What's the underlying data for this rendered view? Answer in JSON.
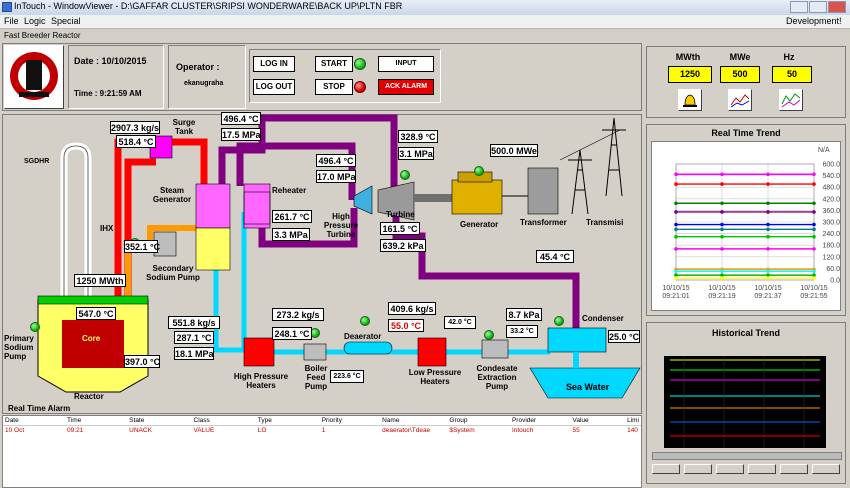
{
  "window": {
    "title": "InTouch - WindowViewer - D:\\GAFFAR CLUSTER\\SRIPSI WONDERWARE\\BACK UP\\PLTN FBR",
    "mode": "Development!"
  },
  "menu": [
    "File",
    "Logic",
    "Special"
  ],
  "screen_title": "Fast Breeder Reactor",
  "header": {
    "date": "Date : 10/10/2015",
    "time": "Time : 9:21:59 AM",
    "operator_label": "Operator :",
    "operator_name": "ekanugraha"
  },
  "buttons": {
    "login": "LOG IN",
    "logout": "LOG OUT",
    "start": "START",
    "stop": "STOP",
    "input": "INPUT",
    "ack_alarm": "ACK ALARM"
  },
  "power": {
    "mwth_label": "MWth",
    "mwth": "1250",
    "mwe_label": "MWe",
    "mwe": "500",
    "hz_label": "Hz",
    "hz": "50"
  },
  "labels": {
    "sgdhr": "SGDHR",
    "ihx": "IHX",
    "surge_tank": "Surge Tank",
    "steam_generator": "Steam Generator",
    "reheater": "Reheater",
    "hp_turbine": "High Pressure Turbine",
    "turbine": "Turbine",
    "generator": "Generator",
    "transformer": "Transformer",
    "transmisi": "Transmisi",
    "secondary_pump": "Secondary Sodium Pump",
    "primary_pump": "Primary Sodium Pump",
    "core": "Core",
    "reactor": "Reactor",
    "hp_heaters": "High Pressure Heaters",
    "boiler_pump": "Boiler Feed Pump",
    "deaerator": "Deaerator",
    "lp_heaters": "Low Pressure Heaters",
    "condensate_pump": "Condesate Extraction Pump",
    "condenser": "Condenser",
    "sea_water": "Sea Water"
  },
  "readings": {
    "r1": "2907.3 kg/s",
    "r2": "518.4 °C",
    "r3": "496.4 °C",
    "r4": "17.5 MPa",
    "r5": "328.9 °C",
    "r6": "3.1 MPa",
    "r7": "496.4 °C",
    "r8": "17.0 MPa",
    "r9": "500.0 MWe",
    "r10": "261.7 °C",
    "r11": "3.3 MPa",
    "r12": "161.5 °C",
    "r13": "639.2 kPa",
    "r14": "352.1 °C",
    "r15": "1250 MWth",
    "r16": "45.4 °C",
    "r17": "547.0 °C",
    "r18": "397.0 °C",
    "r19": "551.8 kg/s",
    "r20": "287.1 °C",
    "r21": "18.1 MPa",
    "r22": "273.2 kg/s",
    "r23": "248.1 °C",
    "r24": "223.6 °C",
    "r25": "409.6 kg/s",
    "r26": "55.0 °C",
    "r27": "42.0 °C",
    "r28": "8.7 kPa",
    "r29": "33.2 °C",
    "r30": "25.0 °C"
  },
  "real_time_trend": {
    "title": "Real Time Trend",
    "na": "N/A",
    "y_ticks": [
      "600.0",
      "540.0",
      "480.0",
      "420.0",
      "360.0",
      "300.0",
      "240.0",
      "180.0",
      "120.0",
      "60.0",
      "0.0"
    ],
    "x_labels": [
      [
        "10/10/15",
        "09:21:01"
      ],
      [
        "10/10/15",
        "09:21:19"
      ],
      [
        "10/10/15",
        "09:21:37"
      ],
      [
        "10/10/15",
        "09:21:55"
      ]
    ]
  },
  "historical_trend": {
    "title": "Historical Trend"
  },
  "alarm": {
    "title": "Real Time Alarm",
    "columns": [
      "Date",
      "Time",
      "State",
      "Class",
      "Type",
      "Priority",
      "Name",
      "Group",
      "Provider",
      "Value",
      "Limi"
    ],
    "rows": [
      [
        "10 Oct",
        "09:21",
        "UNACK",
        "VALUE",
        "LO",
        "1",
        "deaerator\\Tdeae",
        "$System",
        "Intouch",
        "55",
        "140"
      ]
    ]
  },
  "chart_data": {
    "type": "line",
    "title": "Real Time Trend",
    "ylim": [
      0,
      600
    ],
    "x": [
      "09:21:01",
      "09:21:19",
      "09:21:37",
      "09:21:55"
    ],
    "series": [
      {
        "color": "#ff00ff",
        "values": [
          547,
          547,
          547,
          547
        ]
      },
      {
        "color": "#ff0000",
        "values": [
          496,
          496,
          496,
          496
        ]
      },
      {
        "color": "#008000",
        "values": [
          397,
          397,
          397,
          397
        ]
      },
      {
        "color": "#800080",
        "values": [
          352,
          352,
          352,
          352
        ]
      },
      {
        "color": "#0000ff",
        "values": [
          287,
          287,
          287,
          287
        ]
      },
      {
        "color": "#008080",
        "values": [
          262,
          262,
          262,
          262
        ]
      },
      {
        "color": "#00c000",
        "values": [
          224,
          224,
          224,
          224
        ]
      },
      {
        "color": "#ff00ff",
        "values": [
          161,
          161,
          161,
          161
        ]
      },
      {
        "color": "#ff9900",
        "values": [
          55,
          55,
          55,
          55
        ]
      },
      {
        "color": "#00ffff",
        "values": [
          45,
          45,
          45,
          45
        ]
      },
      {
        "color": "#00aa00",
        "values": [
          25,
          25,
          25,
          25
        ]
      },
      {
        "color": "#ffff00",
        "values": [
          10,
          10,
          10,
          10
        ]
      }
    ]
  }
}
